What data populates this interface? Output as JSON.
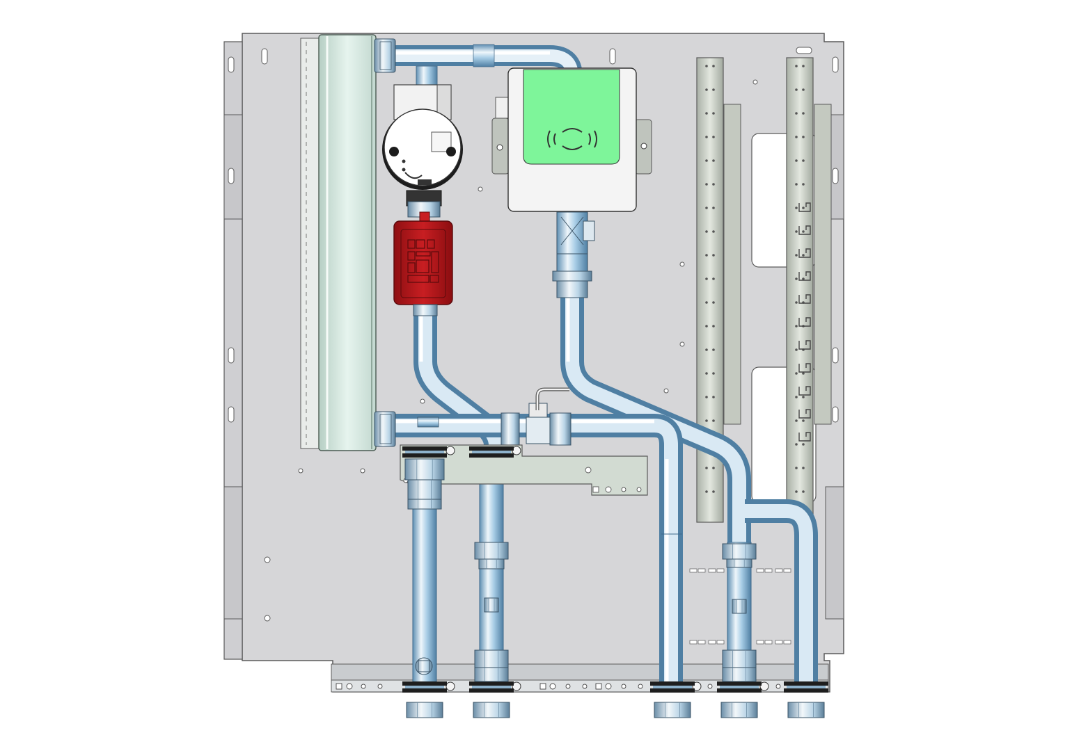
{
  "diagram": {
    "subject": "hydraulic-station-assembly",
    "view": "front",
    "colors": {
      "background": "#ffffff",
      "plate": "#d6d6d8",
      "plate_edge": "#5a5a5a",
      "exchanger": "#cfe6dc",
      "pipe_light": "#eef6fb",
      "pipe_mid": "#a8cde6",
      "pipe_dark": "#5f8fb3",
      "pump_body": "#f5f5f5",
      "pump_head": "#ffffff",
      "valve_red": "#b8161a",
      "controller_body": "#f4f4f4",
      "controller_panel": "#7ef59a",
      "rail": "#c4c9c0",
      "gasket": "#1e1e1e",
      "bracket": "#d2dbd2"
    },
    "components": [
      "mounting-plate",
      "plate-heat-exchanger",
      "circulation-pump",
      "zone-valve-actuator",
      "electronic-controller",
      "temperature-sensor",
      "pipe-routing",
      "mounting-rails",
      "bottom-connection-rail"
    ],
    "controller_icon": "signal-waves-icon",
    "pump_icon": "motor-face-icon",
    "connections_count": 5
  }
}
